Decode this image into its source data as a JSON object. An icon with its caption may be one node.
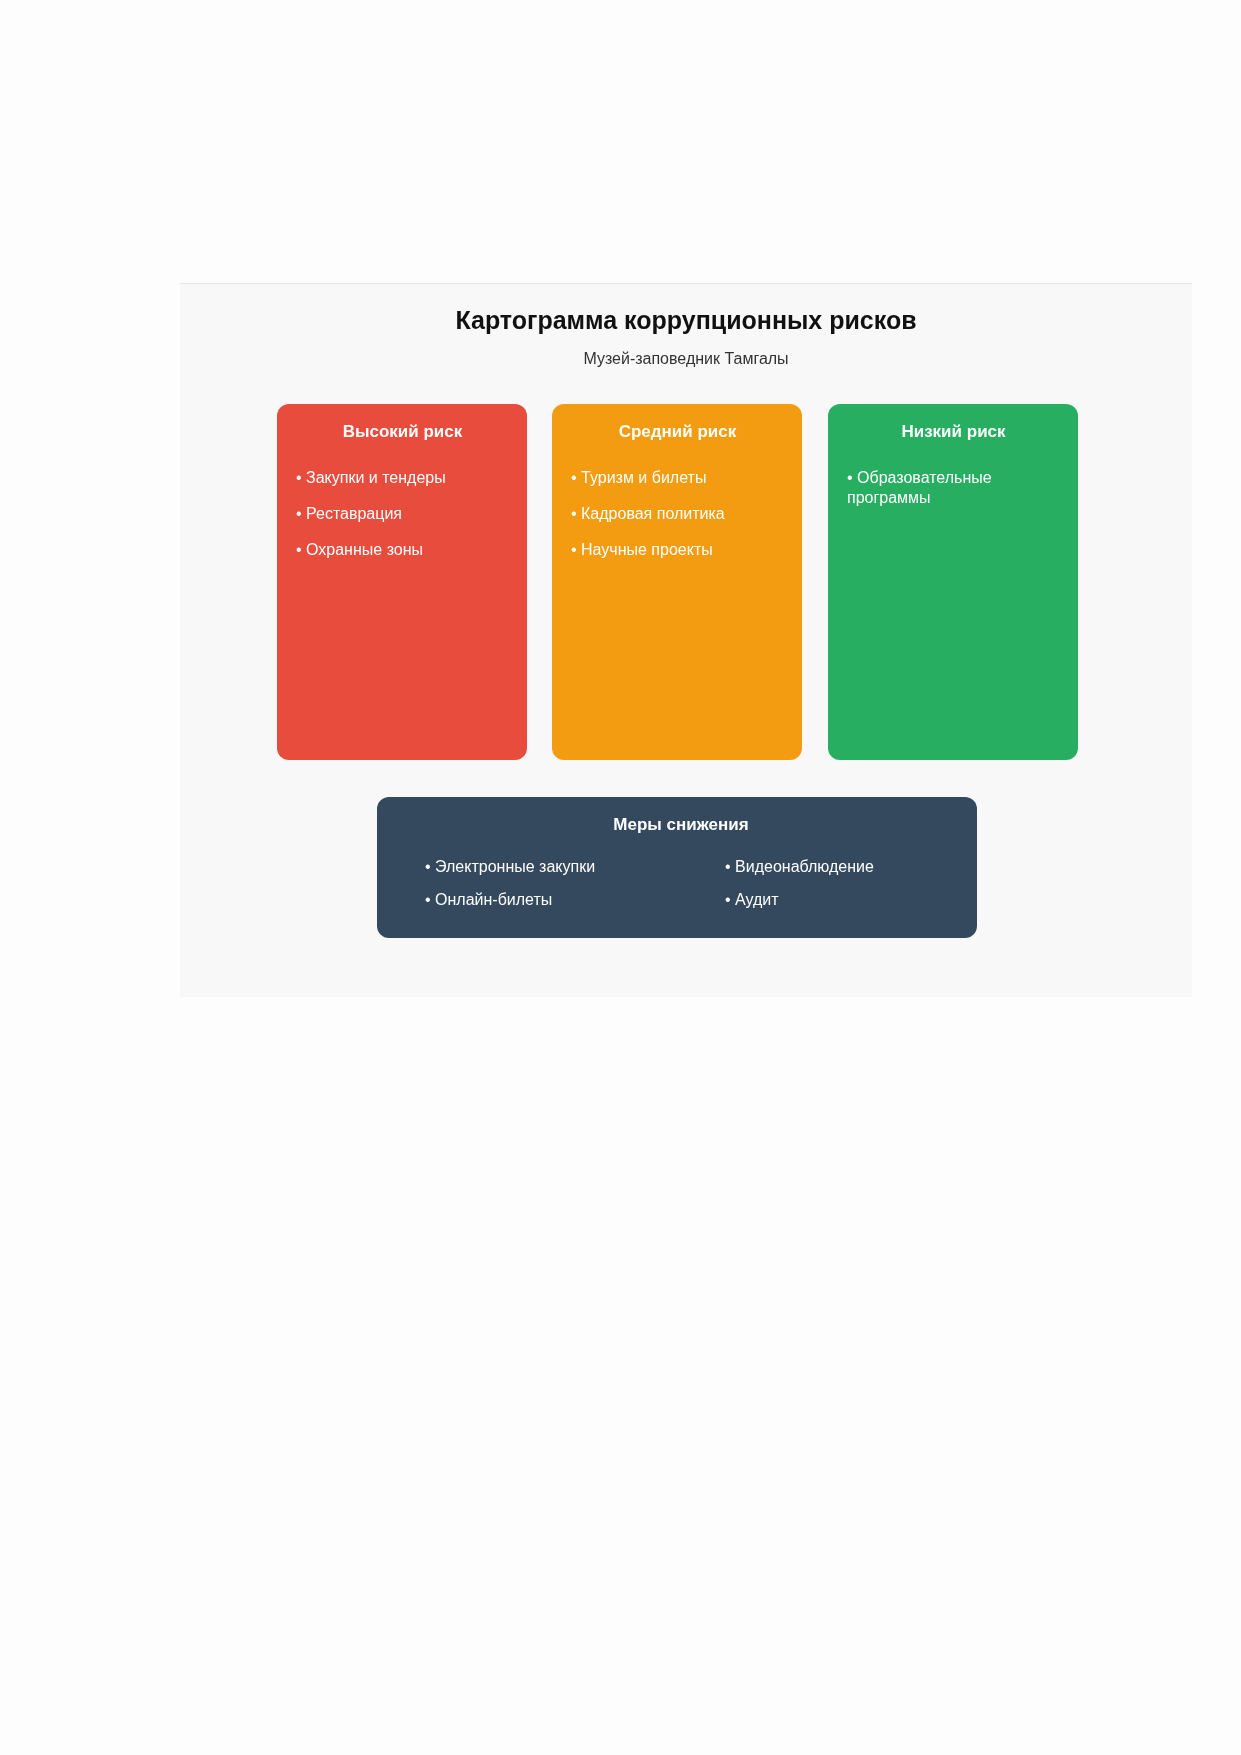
{
  "diagram": {
    "title": "Картограмма коррупционных рисков",
    "nodes": [
      {
        "text": [
          "Высокий риск",
          "• Закупки и тендеры",
          "• Реставрация",
          "• Охранные зоны"
        ]
      },
      {
        "text": [
          "Средний риск",
          "• Туризм и билеты",
          "• Кадровая политика",
          "• Научные проекты"
        ]
      },
      {
        "text": [
          "Низкий риск",
          "• Образовательные программы"
        ]
      },
      {
        "text": [
          "Меры снижения",
          "• Электронные закупки",
          "• Видеонаблюдение",
          "• Онлайн-билеты",
          "• Аудит"
        ]
      }
    ],
    "labels": [
      "Музей-заповедник Тамгалы"
    ]
  }
}
